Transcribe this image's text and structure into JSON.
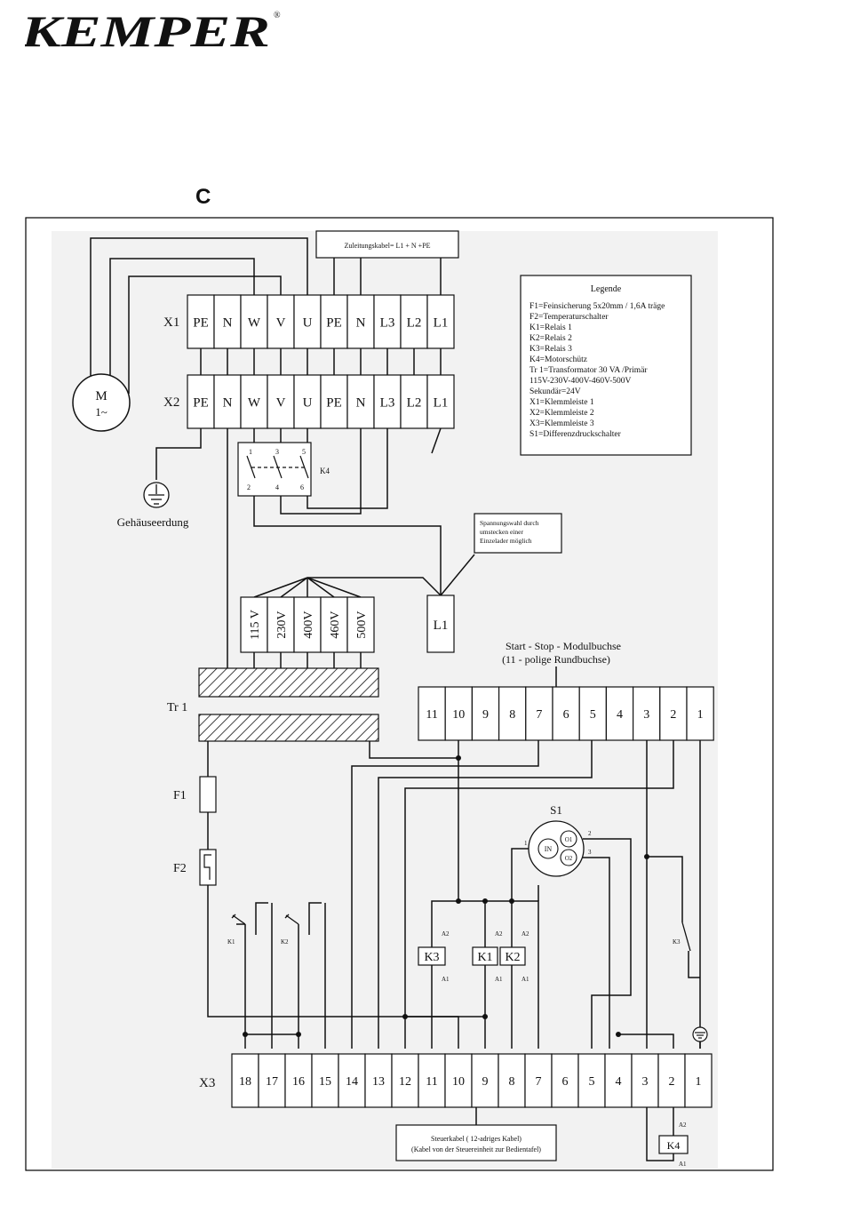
{
  "logo": {
    "text": "KEMPER",
    "registered": "®"
  },
  "section_letter": "C",
  "supply_cable": "Zuleitungskabel= L1 + N +PE",
  "motor": {
    "letter": "M",
    "phase": "1~"
  },
  "x1": {
    "label": "X1",
    "terminals": [
      "PE",
      "N",
      "W",
      "V",
      "U",
      "PE",
      "N",
      "L3",
      "L2",
      "L1"
    ]
  },
  "x2": {
    "label": "X2",
    "terminals": [
      "PE",
      "N",
      "W",
      "V",
      "U",
      "PE",
      "N",
      "L3",
      "L2",
      "L1"
    ]
  },
  "ground_label": "Gehäuseerdung",
  "k4_contacts": {
    "label": "K4",
    "top": [
      "1",
      "3",
      "5"
    ],
    "bottom": [
      "2",
      "4",
      "6"
    ]
  },
  "legend": {
    "title": "Legende",
    "lines": [
      "F1=Feinsicherung 5x20mm / 1,6A träge",
      "F2=Temperaturschalter",
      "K1=Relais 1",
      "K2=Relais 2",
      "K3=Relais 3",
      "K4=Motorschütz",
      "Tr 1=Transformator 30 VA /Primär",
      "115V-230V-400V-460V-500V",
      "Sekundär=24V",
      "X1=Klemmleiste 1",
      "X2=Klemmleiste 2",
      "X3=Klemmleiste 3",
      "S1=Differenzdruckschalter"
    ]
  },
  "voltage_note": [
    "Spannungswahl durch",
    "umstecken einer",
    "Einzelader möglich"
  ],
  "voltages": [
    "115 V",
    "230V",
    "400V",
    "460V",
    "500V"
  ],
  "l1_plug": "L1",
  "module_socket": {
    "title": "Start - Stop - Modulbuchse",
    "subtitle": "(11 - polige Rundbuchse)",
    "pins": [
      "11",
      "10",
      "9",
      "8",
      "7",
      "6",
      "5",
      "4",
      "3",
      "2",
      "1"
    ]
  },
  "tr1_label": "Tr 1",
  "f1_label": "F1",
  "f2_label": "F2",
  "s1": {
    "label": "S1",
    "in": "IN",
    "o1": "O1",
    "o2": "O2",
    "pin1": "1",
    "pin2": "2",
    "pin3": "3"
  },
  "relays": {
    "k3": "K3",
    "k1": "K1",
    "k2": "K2",
    "a1": "A1",
    "a2": "A2"
  },
  "contacts": {
    "k1": "K1",
    "k2": "K2",
    "k3": "K3"
  },
  "x3": {
    "label": "X3",
    "terminals": [
      "18",
      "17",
      "16",
      "15",
      "14",
      "13",
      "12",
      "11",
      "10",
      "9",
      "8",
      "7",
      "6",
      "5",
      "4",
      "3",
      "2",
      "1"
    ]
  },
  "k4_coil": {
    "label": "K4",
    "a1": "A1",
    "a2": "A2"
  },
  "control_cable": [
    "Steuerkabel    ( 12-adriges Kabel)",
    "(Kabel von der Steuereinheit zur Bedientafel)"
  ]
}
